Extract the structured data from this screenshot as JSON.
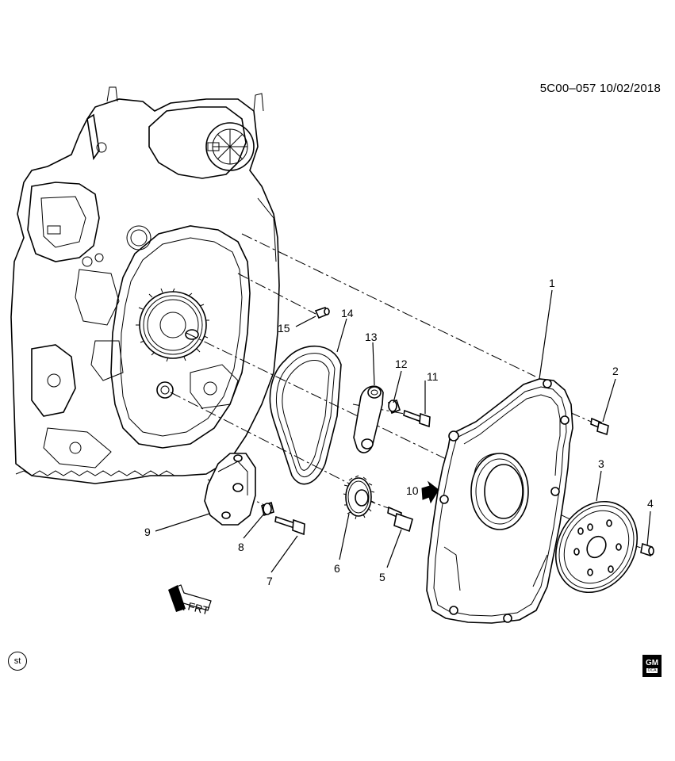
{
  "header": {
    "ref": "5C00–057  10/02/2018"
  },
  "callouts": {
    "c1": "1",
    "c2": "2",
    "c3": "3",
    "c4": "4",
    "c5": "5",
    "c6": "6",
    "c7": "7",
    "c8": "8",
    "c9": "9",
    "c10": "10",
    "c11": "11",
    "c12": "12",
    "c13": "13",
    "c14": "14",
    "c15": "15"
  },
  "direction": {
    "label": "FRT"
  },
  "footer": {
    "badge": "st",
    "logo_main": "GM",
    "logo_sub": "OCA"
  },
  "colors": {
    "line": "#000000",
    "background": "#ffffff"
  }
}
